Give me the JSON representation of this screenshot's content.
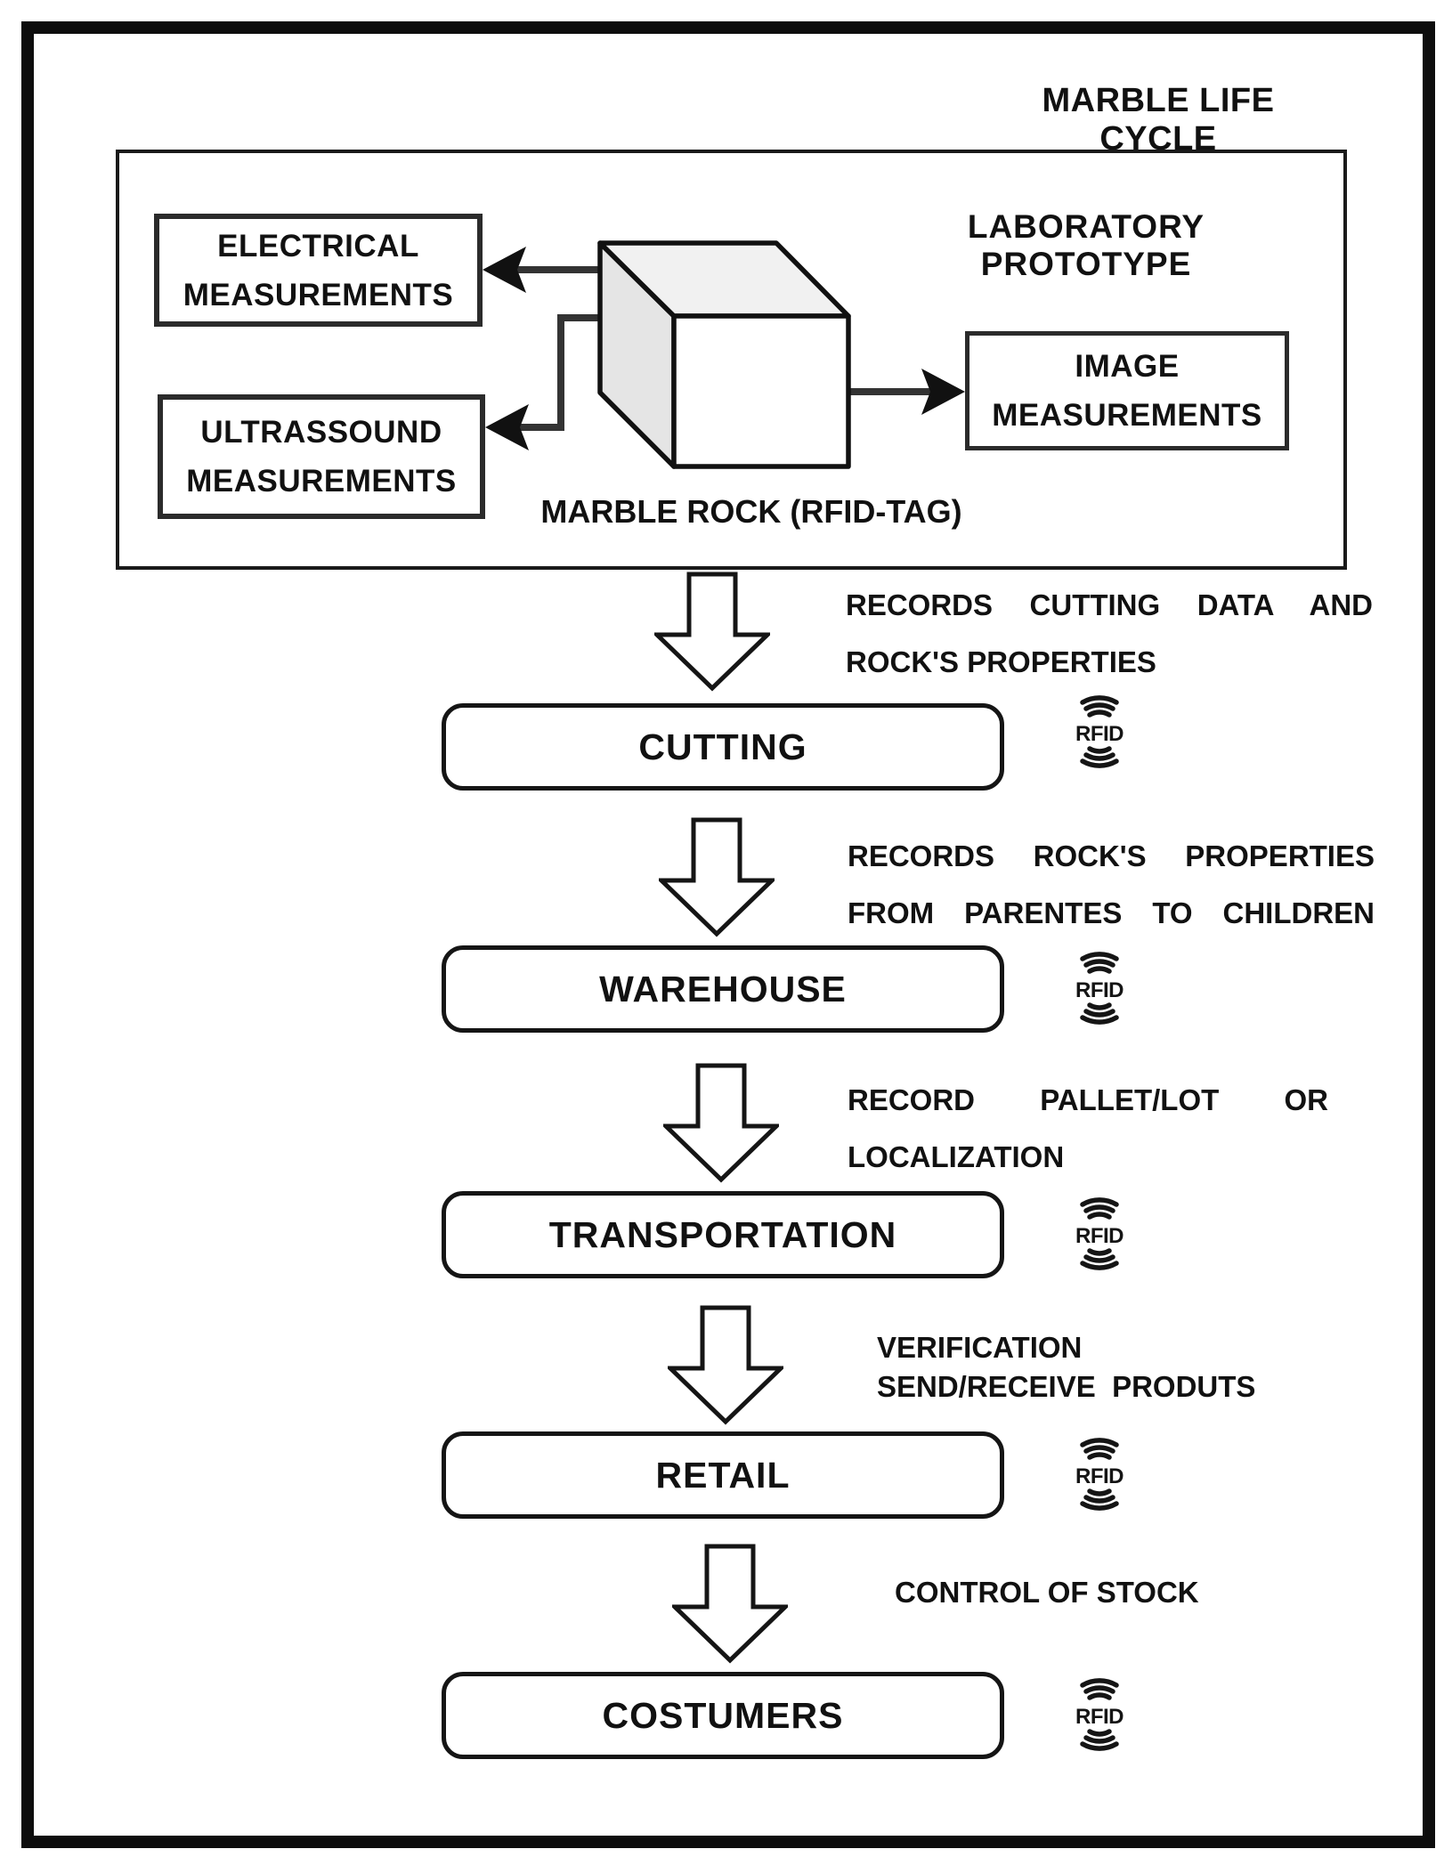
{
  "title": "MARBLE LIFE CYCLE",
  "lab": {
    "label": "LABORATORY PROTOTYPE",
    "cube_label": "MARBLE ROCK (RFID-TAG)",
    "electrical_box": {
      "line1": "ELECTRICAL",
      "line2": "MEASUREMENTS"
    },
    "ultrasound_box": {
      "line1": "ULTRASSOUND",
      "line2": "MEASUREMENTS"
    },
    "image_box": {
      "line1": "IMAGE",
      "line2": "MEASUREMENTS"
    }
  },
  "rfid_label": "RFID",
  "flow": {
    "steps": [
      {
        "label": "CUTTING",
        "note_line1": "RECORDS CUTTING DATA AND",
        "note_line2": "ROCK'S PROPERTIES"
      },
      {
        "label": "WAREHOUSE",
        "note_line1": "RECORDS ROCK'S PROPERTIES",
        "note_line2": "FROM PARENTES TO CHILDREN"
      },
      {
        "label": "TRANSPORTATION",
        "note_line1": "RECORD PALLET/LOT OR",
        "note_line2": "LOCALIZATION"
      },
      {
        "label": "RETAIL",
        "note_line1": "VERIFICATION",
        "note_line2": "SEND/RECEIVE  PRODUTS"
      },
      {
        "label": "COSTUMERS",
        "note_line1": "CONTROL OF STOCK"
      }
    ]
  },
  "colors": {
    "ink": "#111111",
    "background": "#ffffff",
    "cube_top": "#f1f1f1",
    "cube_side": "#e5e5e5"
  }
}
